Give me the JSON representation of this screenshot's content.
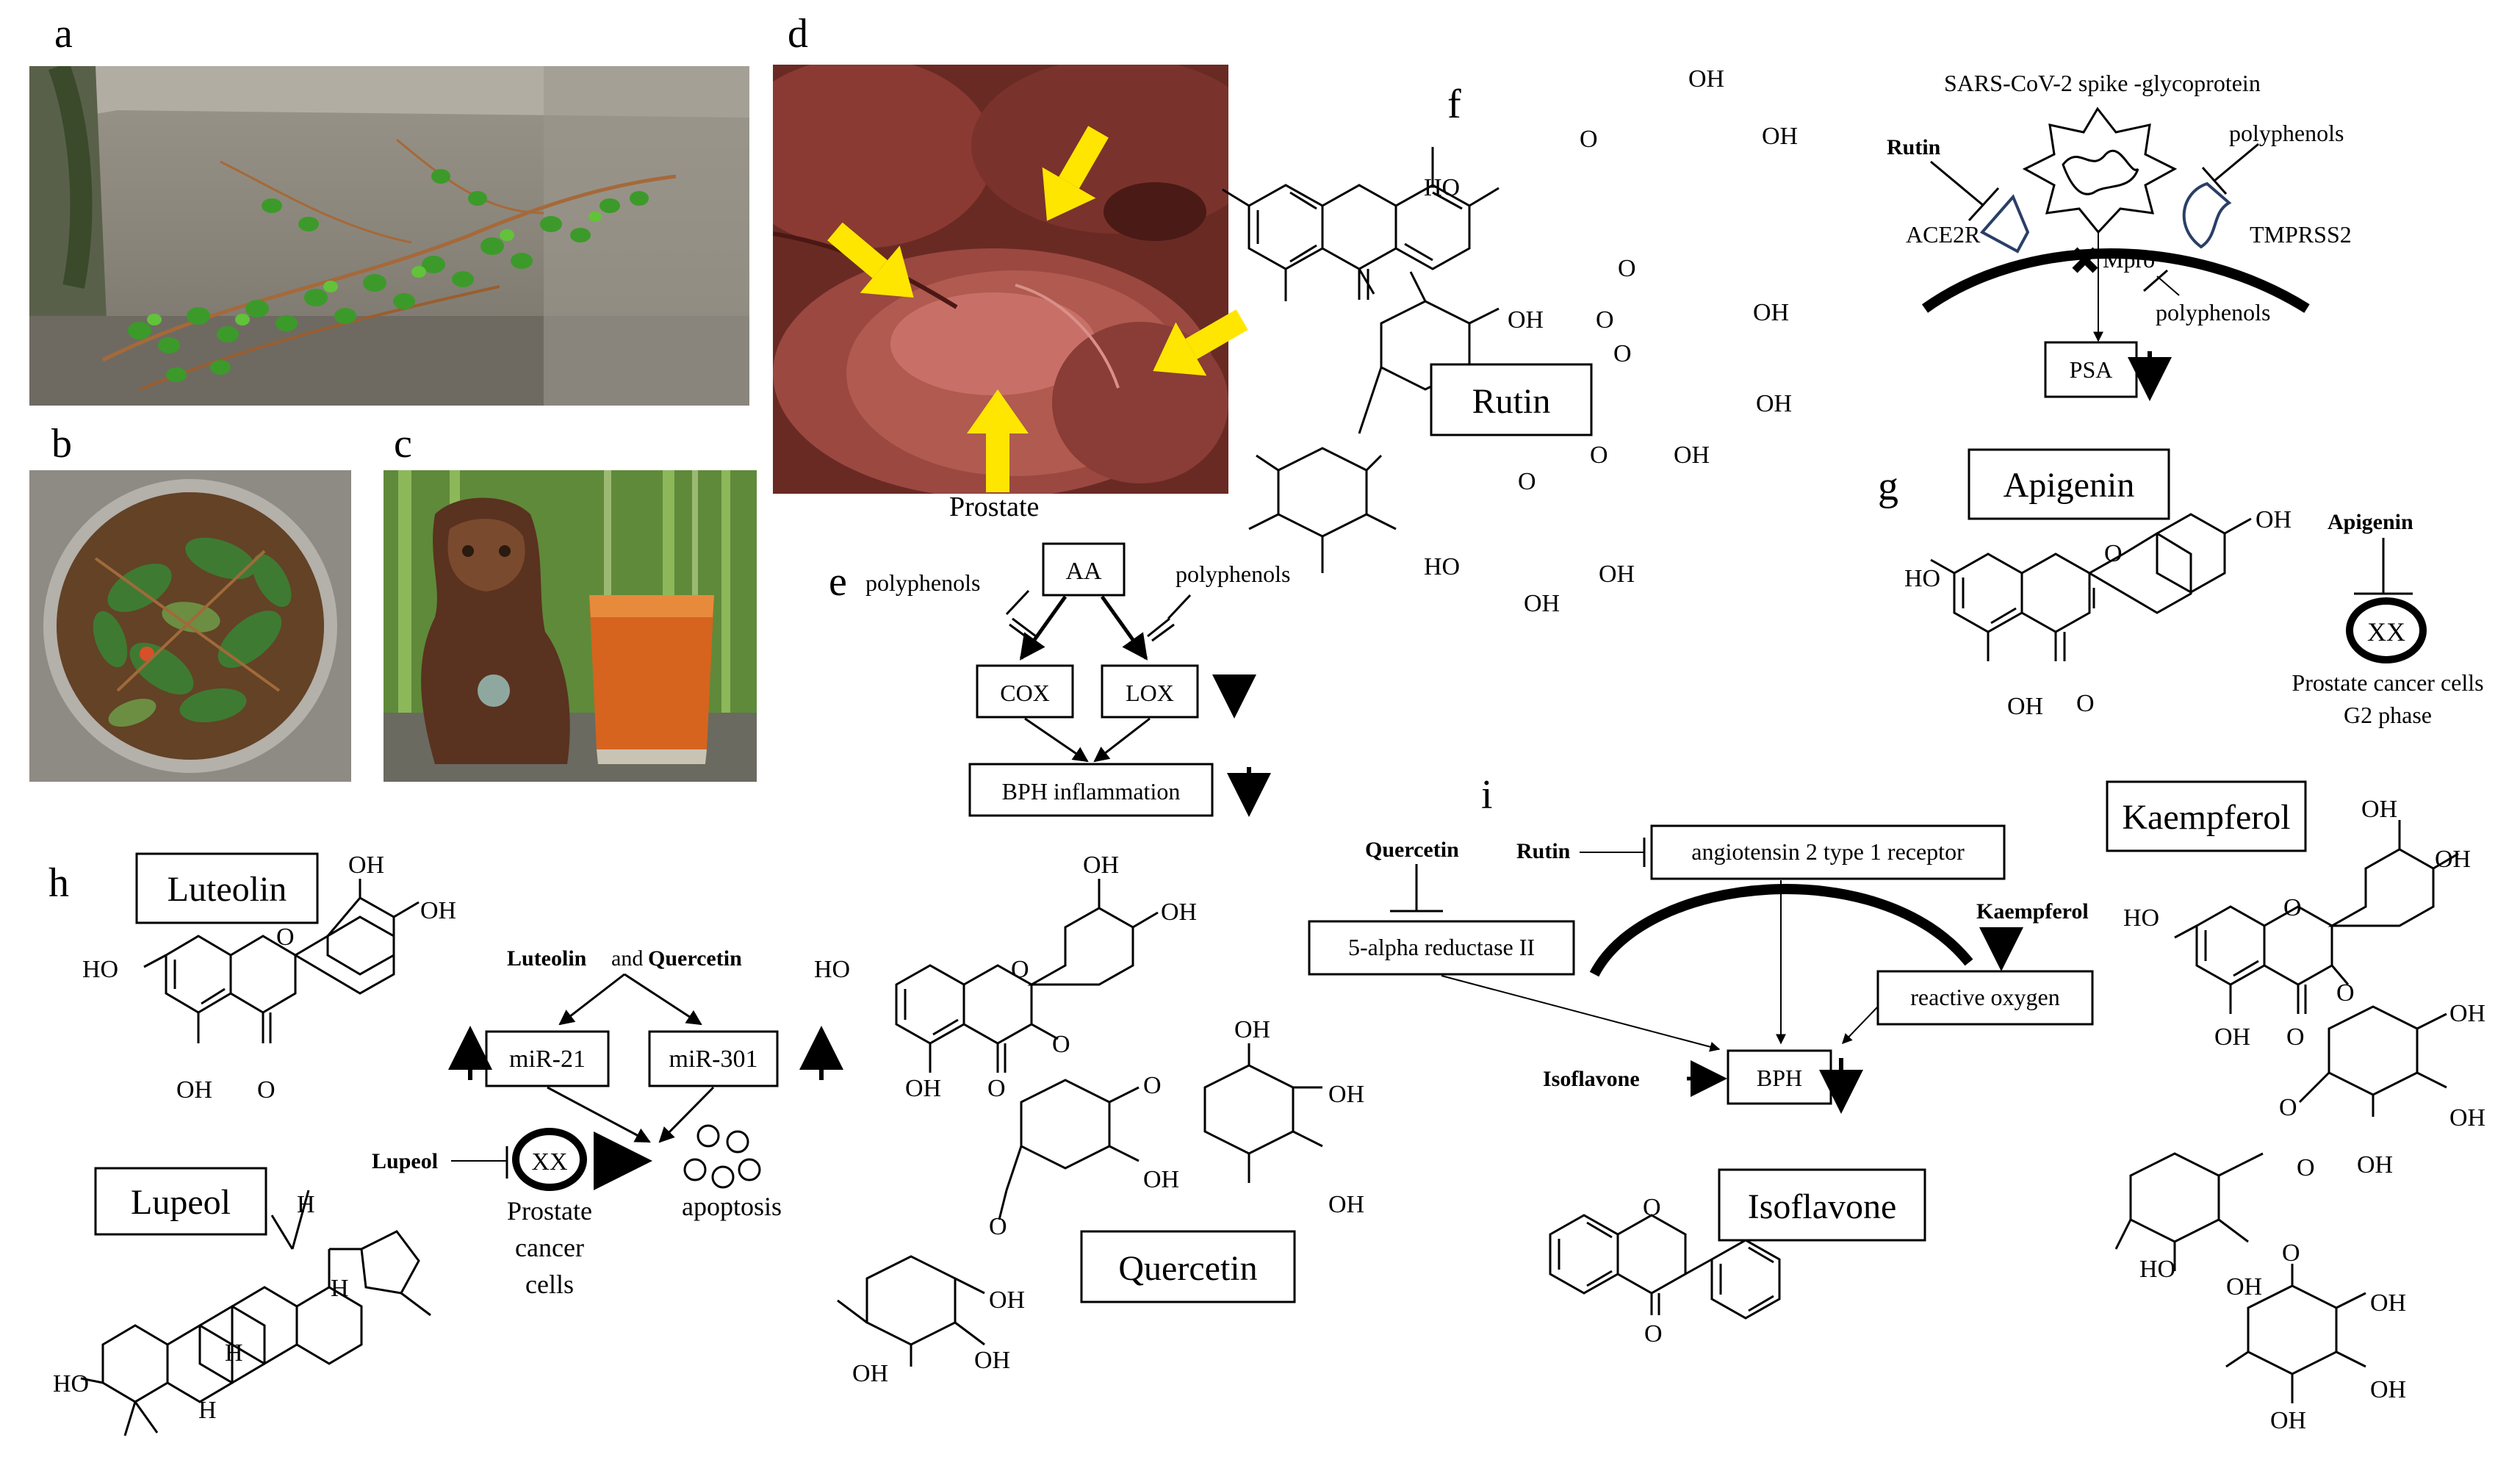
{
  "panel_labels": {
    "a": "a",
    "b": "b",
    "c": "c",
    "d": "d",
    "e": "e",
    "f": "f",
    "g": "g",
    "h": "h",
    "i": "i"
  },
  "photo_d_caption": "Prostate",
  "panel_e": {
    "AA": "AA",
    "polyphenols_left": "polyphenols",
    "polyphenols_right": "polyphenols",
    "COX": "COX",
    "LOX": "LOX",
    "BPH_inflammation": "BPH inflammation"
  },
  "panel_f": {
    "rutin_box": "Rutin",
    "OH": "OH",
    "HO": "HO",
    "O": "O",
    "spike": "SARS-CoV-2 spike -glycoprotein",
    "rutin_label": "Rutin",
    "polyphenols_top": "polyphenols",
    "ACE2R": "ACE2R",
    "TMPRSS2": "TMPRSS2",
    "Mpro": "Mpro",
    "polyphenols_bottom": "polyphenols",
    "PSA": "PSA"
  },
  "panel_g": {
    "apigenin_box": "Apigenin",
    "apigenin_label": "Apigenin",
    "cancer_line1": "Prostate cancer cells",
    "cancer_line2": "G2 phase"
  },
  "panel_h": {
    "luteolin_box": "Luteolin",
    "lupeol_box": "Lupeol",
    "quercetin_box": "Quercetin",
    "luteolin_and": "Luteolin",
    "and": "and",
    "quercetin_and": "Quercetin",
    "mir21": "miR-21",
    "mir301": "miR-301",
    "lupeol_label": "Lupeol",
    "prostate": "Prostate",
    "cancer": "cancer",
    "cells": "cells",
    "apoptosis": "apoptosis",
    "H": "H"
  },
  "panel_i": {
    "quercetin_label": "Quercetin",
    "rutin_label": "Rutin",
    "at1r": "angiotensin 2 type 1 receptor",
    "five_alpha": "5-alpha reductase II",
    "kaempferol_label": "Kaempferol",
    "reactive_oxygen": "reactive oxygen",
    "isoflavone_label": "Isoflavone",
    "BPH": "BPH",
    "isoflavone_box": "Isoflavone",
    "kaempferol_box": "Kaempferol"
  },
  "colors": {
    "arrow_yellow": "#ffe600",
    "line": "#000000",
    "receptor_blue": "#2a3f66"
  }
}
